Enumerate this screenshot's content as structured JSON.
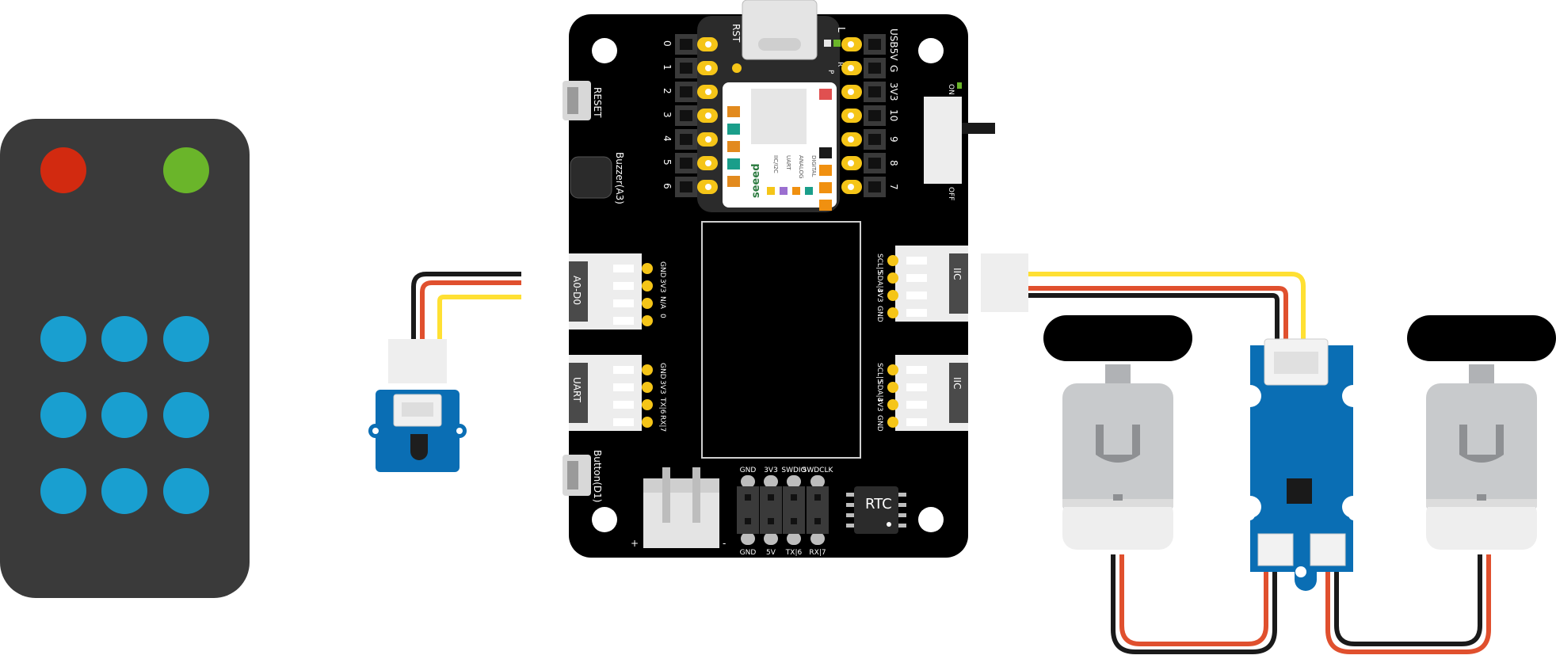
{
  "remote": {
    "top_buttons": [
      "red",
      "green"
    ],
    "colors": {
      "body": "#3a3a3a",
      "red": "#d22a10",
      "green": "#6ab52a",
      "blue": "#199fd0"
    }
  },
  "board": {
    "left_pin_numbers": [
      "0",
      "1",
      "2",
      "3",
      "4",
      "5",
      "6"
    ],
    "right_pin_labels": [
      "USB5V",
      "G",
      "3V3",
      "10",
      "9",
      "8",
      "7"
    ],
    "rst_label": "RST",
    "reset_label": "RESET",
    "buzzer_label": "Buzzer(A3)",
    "button_label": "Button(D1)",
    "switch_on": "ON",
    "switch_off": "OFF",
    "rtc_label": "RTC",
    "plus_label": "+",
    "minus_label": "-",
    "swd_top": [
      "GND",
      "3V3",
      "SWDIO",
      "SWDCLK"
    ],
    "swd_bottom": [
      "GND",
      "5V",
      "TX|6",
      "RX|7"
    ],
    "ports": {
      "a0_d0": {
        "name": "A0-D0",
        "pins": [
          "GND",
          "3V3",
          "N/A",
          "0"
        ]
      },
      "uart": {
        "name": "UART",
        "pins": [
          "GND",
          "3V3",
          "TX|6",
          "RX|7"
        ]
      },
      "iic_top": {
        "name": "IIC",
        "pins": [
          "SCL|5",
          "SDA|4",
          "3V3",
          "GND"
        ]
      },
      "iic_bottom": {
        "name": "IIC",
        "pins": [
          "SCL|5",
          "SDA|4",
          "3V3",
          "GND"
        ]
      }
    },
    "chip": {
      "brand": "seeed",
      "legend": [
        "IIC/I2C",
        "UART",
        "ANALOG",
        "DIGITAL"
      ],
      "led_p": "P",
      "led_l": "L",
      "led_r": "R"
    }
  },
  "colors": {
    "board": "#000000",
    "pin_gold": "#f5c518",
    "grove_blue": "#0a6eb4",
    "wire_yellow": "#ffe033",
    "wire_red": "#e0502e",
    "wire_black": "#1a1a1a",
    "motor_grey": "#c8cacc"
  }
}
